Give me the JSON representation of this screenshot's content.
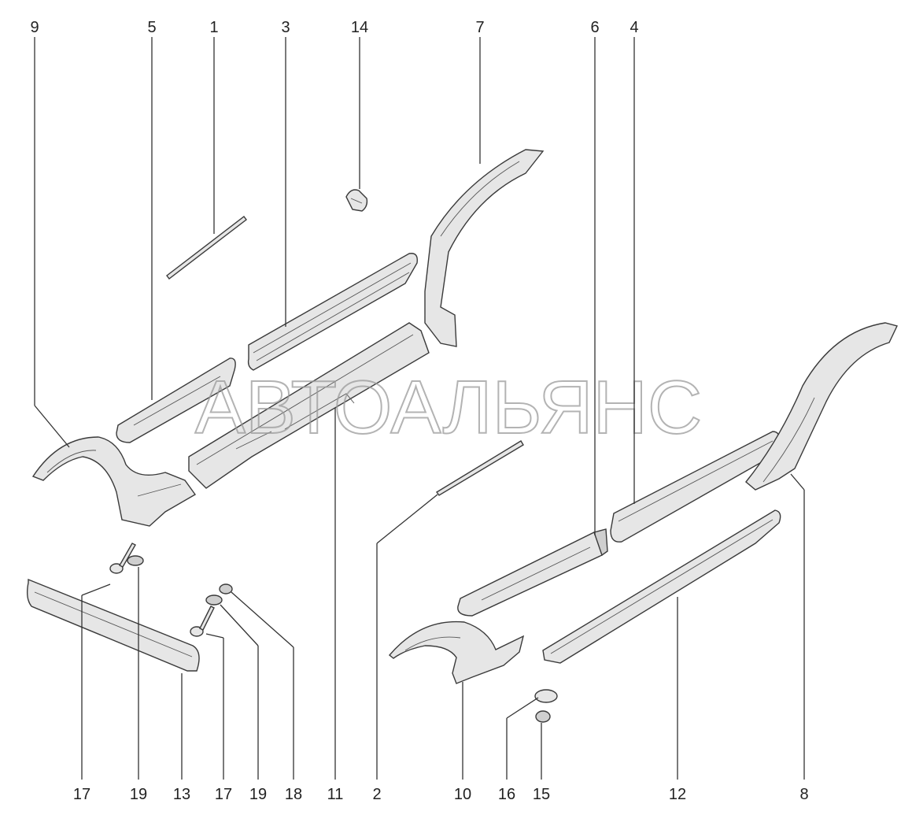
{
  "watermark": "АВТОАЛЬЯНС",
  "callouts_top": [
    "9",
    "5",
    "1",
    "3",
    "14",
    "7",
    "6",
    "4"
  ],
  "callouts_bottom": [
    "17",
    "19",
    "13",
    "17",
    "19",
    "18",
    "11",
    "2",
    "10",
    "16",
    "15",
    "12",
    "8"
  ]
}
